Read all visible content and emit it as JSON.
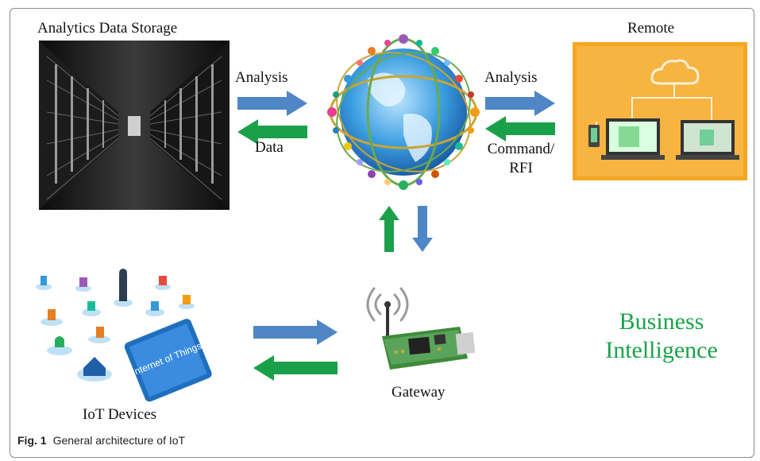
{
  "labels": {
    "storage_title": "Analytics Data Storage",
    "remote_title": "Remote",
    "analysis_left": "Analysis",
    "data_left": "Data",
    "analysis_right": "Analysis",
    "command_line1": "Command/",
    "command_line2": "RFI",
    "gateway": "Gateway",
    "iot_devices": "IoT Devices",
    "bi_line1": "Business",
    "bi_line2": "Intelligence",
    "book_text": "Internet of Things"
  },
  "caption": {
    "fig": "Fig. 1",
    "text": "General architecture of IoT"
  },
  "colors": {
    "blue_arrow": "#4f86c6",
    "green_arrow": "#1ba04a",
    "business_text": "#1aa34a",
    "remote_bg": "#f5a623"
  }
}
